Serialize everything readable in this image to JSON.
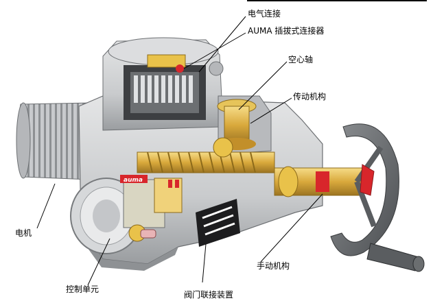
{
  "labels": {
    "electrical_connection": "电气连接",
    "auma_plug_connector": "AUMA 插拔式连接器",
    "hollow_shaft": "空心轴",
    "transmission": "传动机构",
    "motor": "电机",
    "control_unit": "控制单元",
    "valve_attachment": "阀门联接装置",
    "handwheel": "手动机构"
  },
  "brand_plate": "auma",
  "colors": {
    "housing": "#cfd1d3",
    "housing_shadow": "#8e9194",
    "housing_dark": "#5a5d60",
    "brass": "#d8a83a",
    "brass_light": "#f0d27a",
    "gold": "#e9c24a",
    "red": "#d8262b",
    "handwheel": "#6b6e70",
    "motor_fins": "#a9abae"
  }
}
